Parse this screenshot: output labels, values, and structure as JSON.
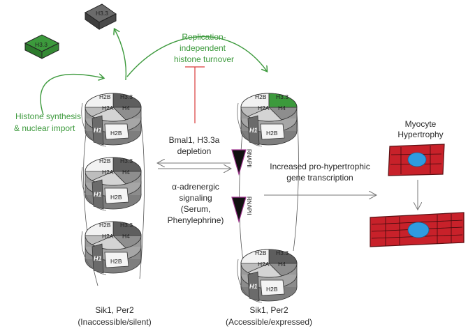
{
  "labels": {
    "h33": "H3.3",
    "h2b": "H2B",
    "h2a": "H2A",
    "h4": "H4",
    "h1": "H1",
    "rnapii": "RNAPII"
  },
  "text": {
    "histone_synthesis_1": "Histone synthesis",
    "histone_synthesis_2": "& nuclear import",
    "replication_1": "Replication-",
    "replication_2": "independent",
    "replication_3": "histone turnover",
    "bmal1_1": "Bmal1, H3.3a",
    "bmal1_2": "depletion",
    "alpha_1": "α-adrenergic",
    "alpha_2": "signaling",
    "alpha_3": "(Serum,",
    "alpha_4": "Phenylephrine)",
    "increased_1": "Increased pro-hypertrophic",
    "increased_2": "gene transcription",
    "myocyte_1": "Myocyte",
    "myocyte_2": "Hypertrophy",
    "left_caption_1": "Sik1, Per2",
    "left_caption_2": "(Inaccessible/silent)",
    "right_caption_1": "Sik1, Per2",
    "right_caption_2": "(Accessible/expressed)"
  },
  "colors": {
    "green": "#3d9a3d",
    "green_fill": "#3c9a3c",
    "red_line": "#d93a3a",
    "dark_gray": "#5a5a5a",
    "mid_gray": "#8f8f8f",
    "light_gray": "#d6d6d6",
    "muscle_red": "#c8212a",
    "nucleus_blue": "#2f9be0",
    "rnap_edge": "#a0358f"
  }
}
